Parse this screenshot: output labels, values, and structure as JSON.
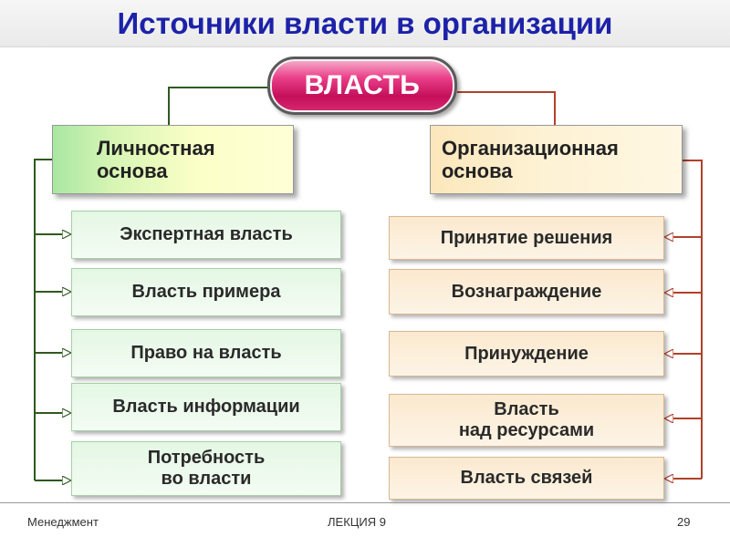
{
  "title": "Источники власти в организации",
  "root": "ВЛАСТЬ",
  "branches": {
    "left": {
      "label_lines": [
        "Личностная",
        "основа"
      ],
      "items": [
        {
          "lines": [
            "Экспертная власть"
          ]
        },
        {
          "lines": [
            "Власть примера"
          ]
        },
        {
          "lines": [
            "Право на власть"
          ]
        },
        {
          "lines": [
            "Власть информации"
          ]
        },
        {
          "lines": [
            "Потребность",
            "во власти"
          ]
        }
      ]
    },
    "right": {
      "label_lines": [
        "Организационная",
        "основа"
      ],
      "items": [
        {
          "lines": [
            "Принятие решения"
          ]
        },
        {
          "lines": [
            "Вознаграждение"
          ]
        },
        {
          "lines": [
            "Принуждение"
          ]
        },
        {
          "lines": [
            "Власть",
            "над ресурсами"
          ]
        },
        {
          "lines": [
            "Власть связей"
          ]
        }
      ]
    }
  },
  "colors": {
    "title": "#1c22a8",
    "left_connector": "#2f5a1f",
    "right_connector": "#b0412a"
  },
  "footer": {
    "left": "Менеджмент",
    "center": "ЛЕКЦИЯ 9",
    "right": "29"
  }
}
